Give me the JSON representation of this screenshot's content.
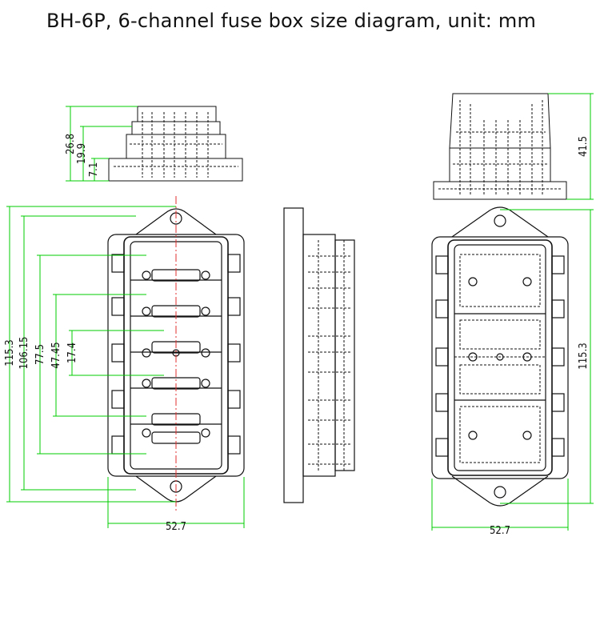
{
  "title": "BH-6P, 6-channel fuse box size diagram, unit: mm",
  "colors": {
    "outline": "#111111",
    "dimension": "#00cc00",
    "centerline": "#e03030"
  },
  "dimensions": {
    "side_height_total": "26.8",
    "side_height_mid": "19.9",
    "side_height_flange": "7.1",
    "end_height": "41.5",
    "overall_length": "115.3",
    "body_length": "106.15",
    "slot_span_outer": "77.5",
    "slot_span_mid": "47.45",
    "slot_span_inner": "17.4",
    "width_front": "52.7",
    "width_rear": "52.7",
    "length_rear": "115.3"
  }
}
